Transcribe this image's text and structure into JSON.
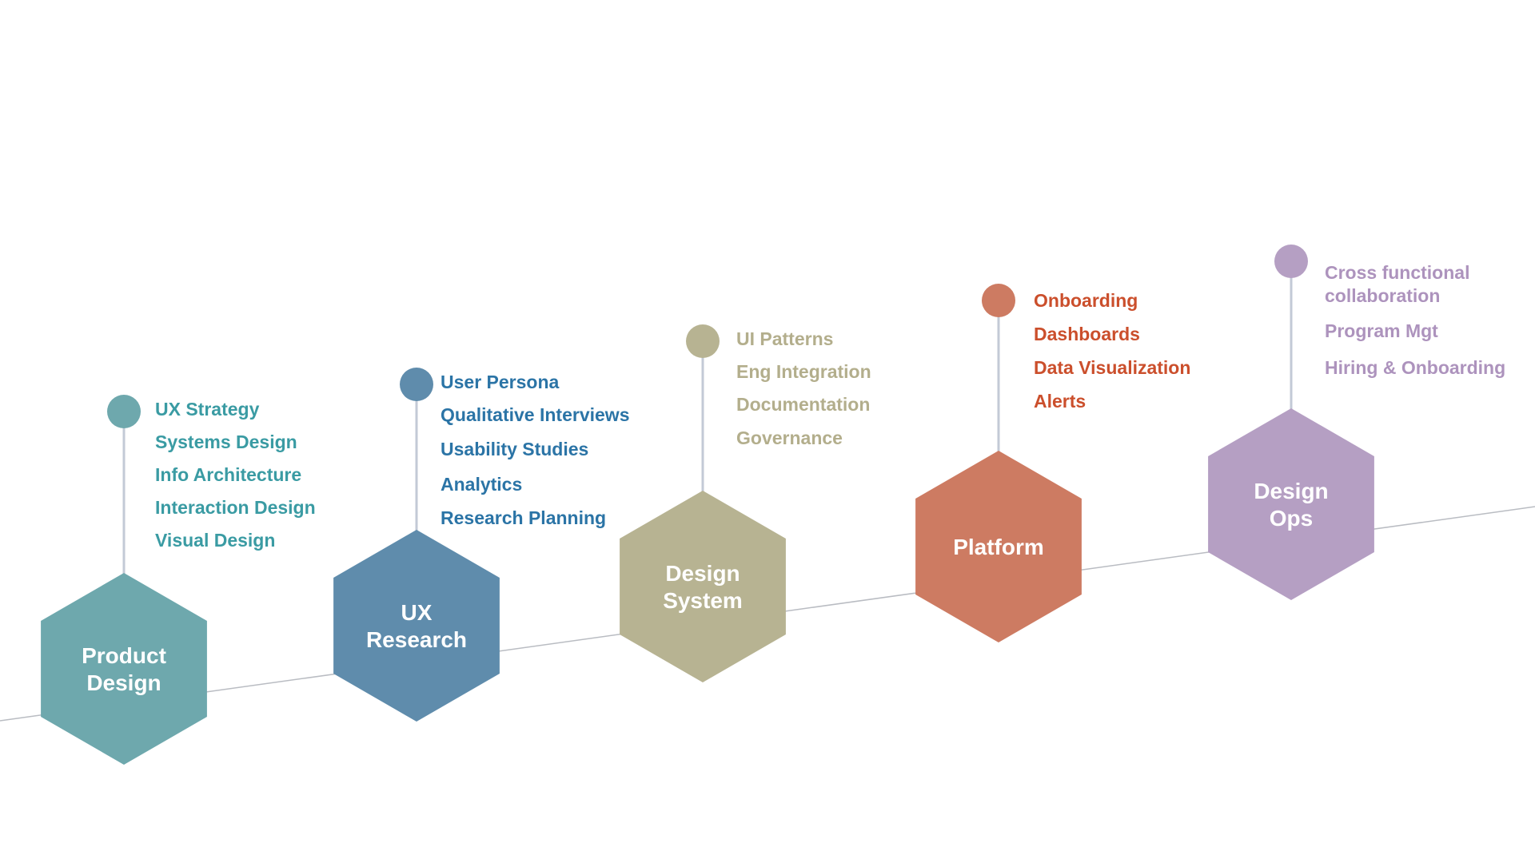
{
  "stages": [
    {
      "id": "product-design",
      "label_lines": [
        "Product",
        "Design"
      ],
      "color": "#6ea8ad",
      "items": [
        [
          "UX Strategy"
        ],
        [
          "Systems Design"
        ],
        [
          "Info Architecture"
        ],
        [
          "Interaction Design"
        ],
        [
          "Visual Design"
        ]
      ]
    },
    {
      "id": "ux-research",
      "label_lines": [
        "UX",
        "Research"
      ],
      "color": "#5f8cac",
      "text_color": "#2b74a6",
      "items": [
        [
          "User Persona"
        ],
        [
          "Qualitative Interviews"
        ],
        [
          "Usability Studies"
        ],
        [
          "Analytics"
        ],
        [
          "Research Planning"
        ]
      ]
    },
    {
      "id": "design-system",
      "label_lines": [
        "Design",
        "System"
      ],
      "color": "#b7b392",
      "text_color": "#b3ae8c",
      "items": [
        [
          "UI Patterns"
        ],
        [
          "Eng Integration"
        ],
        [
          "Documentation"
        ],
        [
          "Governance"
        ]
      ]
    },
    {
      "id": "platform",
      "label_lines": [
        "Platform"
      ],
      "color": "#cd7b62",
      "text_color": "#cb4f2c",
      "items": [
        [
          "Onboarding"
        ],
        [
          "Dashboards"
        ],
        [
          "Data Visualization"
        ],
        [
          "Alerts"
        ]
      ]
    },
    {
      "id": "design-ops",
      "label_lines": [
        "Design",
        "Ops"
      ],
      "color": "#b59fc3",
      "text_color": "#ad93bd",
      "items": [
        [
          "Cross functional",
          "collaboration"
        ],
        [
          "Program Mgt"
        ],
        [
          "Hiring & Onboarding"
        ]
      ]
    }
  ],
  "colors": {
    "product_design_text": "#3a9ba3",
    "baseline": "#b9bcc2",
    "connector": "#c3cad6"
  }
}
